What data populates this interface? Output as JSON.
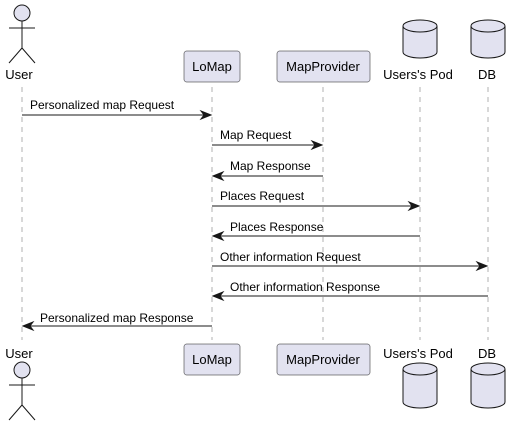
{
  "participants": [
    {
      "id": "user",
      "label": "User",
      "kind": "actor"
    },
    {
      "id": "lomap",
      "label": "LoMap",
      "kind": "participant"
    },
    {
      "id": "mapprovider",
      "label": "MapProvider",
      "kind": "participant"
    },
    {
      "id": "pod",
      "label": "Users's Pod",
      "kind": "database"
    },
    {
      "id": "db",
      "label": "DB",
      "kind": "database"
    }
  ],
  "messages": [
    {
      "from": "user",
      "to": "lomap",
      "label": "Personalized map Request"
    },
    {
      "from": "lomap",
      "to": "mapprovider",
      "label": "Map Request"
    },
    {
      "from": "mapprovider",
      "to": "lomap",
      "label": "Map Response"
    },
    {
      "from": "lomap",
      "to": "pod",
      "label": "Places Request"
    },
    {
      "from": "pod",
      "to": "lomap",
      "label": "Places Response"
    },
    {
      "from": "lomap",
      "to": "db",
      "label": "Other information Request"
    },
    {
      "from": "db",
      "to": "lomap",
      "label": "Other information Response"
    },
    {
      "from": "lomap",
      "to": "user",
      "label": "Personalized map Response"
    }
  ],
  "colors": {
    "fill": "#e2e2f0",
    "stroke": "#181818",
    "lifeline": "#b0b0b0"
  }
}
